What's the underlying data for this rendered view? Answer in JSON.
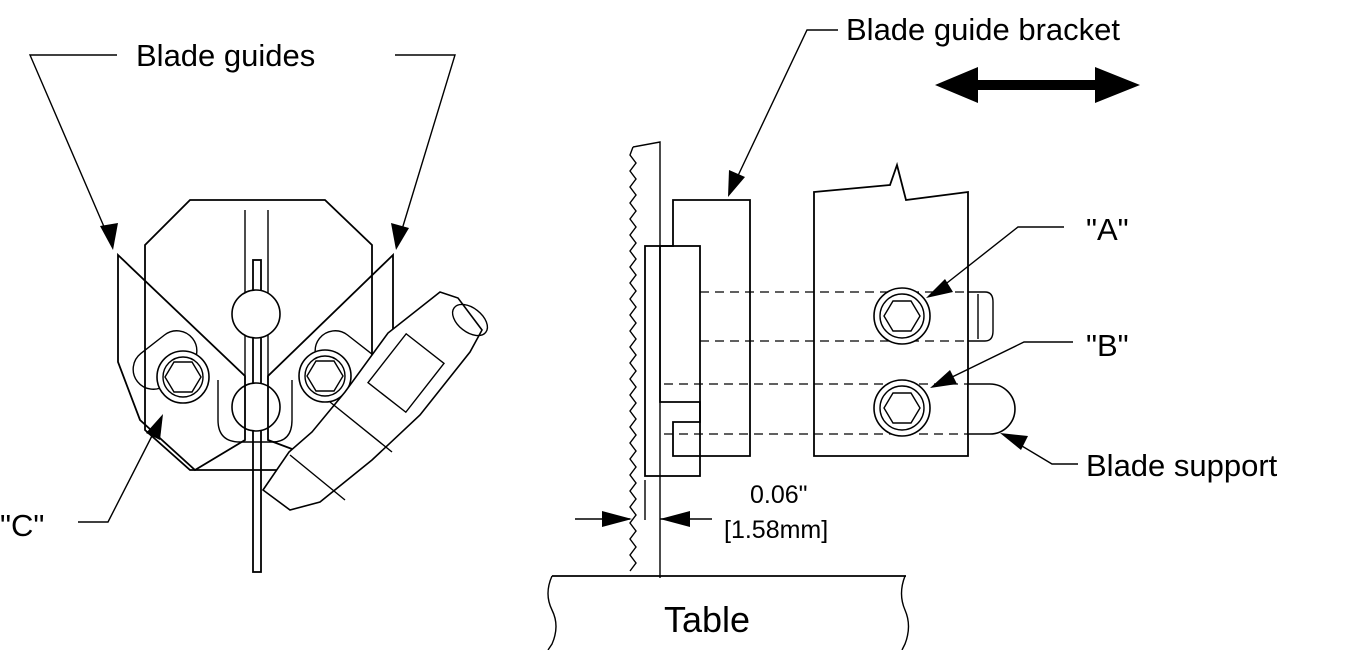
{
  "labels": {
    "blade_guides": "Blade guides",
    "blade_guide_bracket": "Blade guide bracket",
    "a": "\"A\"",
    "b": "\"B\"",
    "c": "\"C\"",
    "blade_support": "Blade support",
    "dim_in": "0.06\"",
    "dim_mm": "[1.58mm]",
    "table": "Table"
  },
  "colors": {
    "line": "#000000",
    "background": "#ffffff"
  }
}
